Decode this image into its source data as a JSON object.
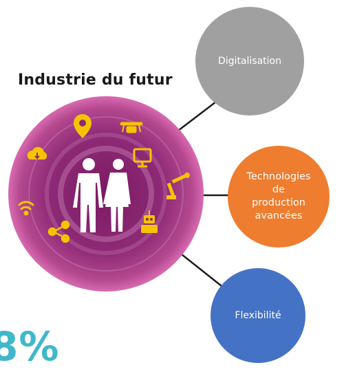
{
  "diagram": {
    "title": "Industrie du futur",
    "nodes": [
      {
        "label": "Digitalisation",
        "color": "#a0a0a0"
      },
      {
        "label": "Technologies de production avancées",
        "lines": [
          "Technologies",
          "de",
          "production",
          "avancées"
        ],
        "color": "#ee7d30"
      },
      {
        "label": "Flexibilité",
        "color": "#4472c4"
      }
    ],
    "center_colors": {
      "outer": "#d86ab0",
      "inner": "#7a1a62",
      "icon": "#f5c400"
    },
    "icons": [
      "location-pin-icon",
      "drone-icon",
      "monitor-icon",
      "robot-arm-icon",
      "robot-icon",
      "share-icon",
      "wifi-icon",
      "cloud-download-icon",
      "human-figures-icon"
    ],
    "partial_text": "8%",
    "partial_text_color": "#3fb8c9"
  }
}
